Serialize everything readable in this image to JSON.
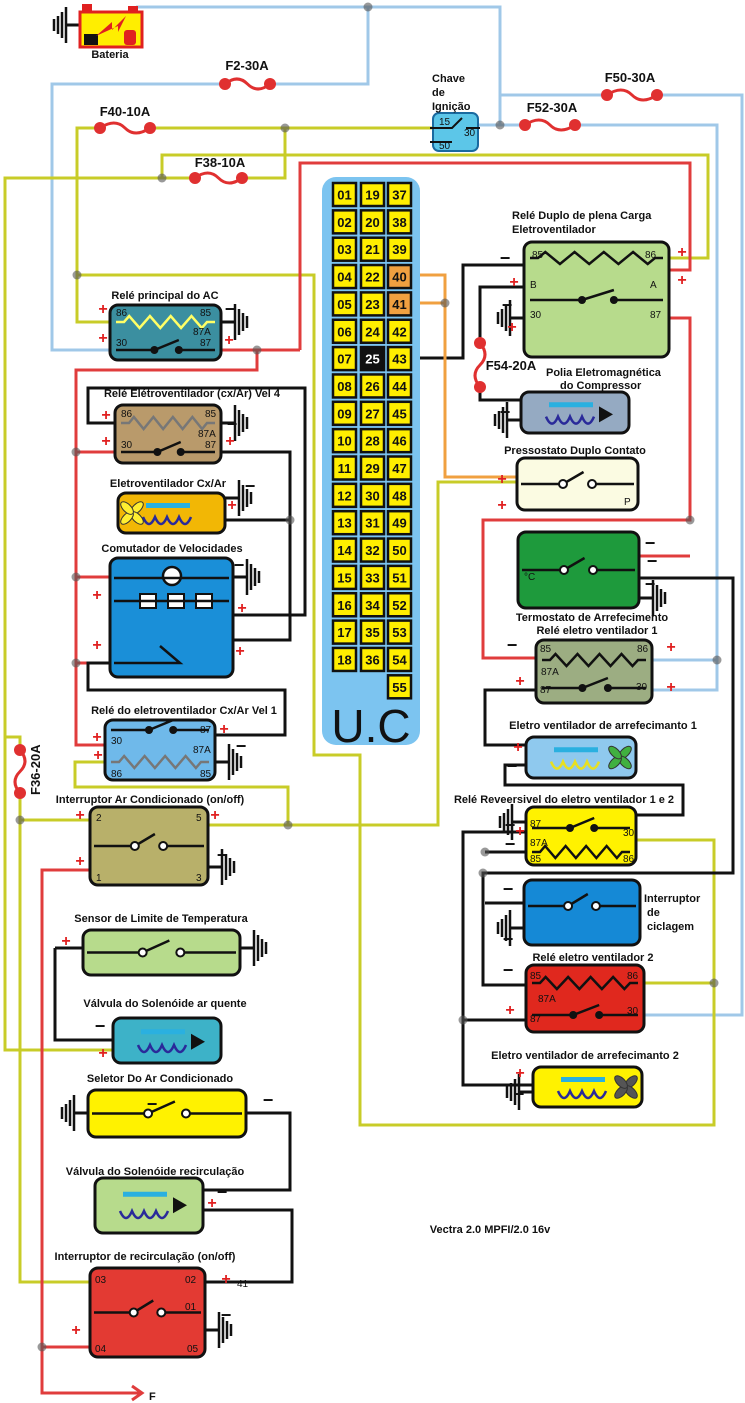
{
  "title": "Vectra 2.0 MPFI/2.0 16v",
  "colors": {
    "battery_feed": "#a0c8e8",
    "ignition_feed": "#c8cc28",
    "positive": "#e03c3c",
    "signal": "#111111",
    "uc_signal": "#f0a040",
    "uc_body": "#7cc4f0",
    "uc_pin": "#ffee00",
    "uc_pin_highlight": "#f0a040",
    "uc_pin_selected": "#111111"
  },
  "symbols": {
    "plus": "+",
    "minus": "−",
    "ground_icon": "ground-icon",
    "fuse_icon": "fuse-icon"
  },
  "battery": {
    "label": "Bateria"
  },
  "ignition": {
    "label_lines": [
      "Chave",
      "de",
      "Ignição"
    ],
    "pins": [
      "15",
      "30",
      "50"
    ]
  },
  "fuses": [
    {
      "id": "f2",
      "label": "F2-30A"
    },
    {
      "id": "f40",
      "label": "F40-10A"
    },
    {
      "id": "f38",
      "label": "F38-10A"
    },
    {
      "id": "f50",
      "label": "F50-30A"
    },
    {
      "id": "f52",
      "label": "F52-30A"
    },
    {
      "id": "f54",
      "label": "F54-20A"
    },
    {
      "id": "f36",
      "label": "F36-20A"
    }
  ],
  "uc": {
    "label": "U.C",
    "columns": [
      [
        "01",
        "02",
        "03",
        "04",
        "05",
        "06",
        "07",
        "08",
        "09",
        "10",
        "11",
        "12",
        "13",
        "14",
        "15",
        "16",
        "17",
        "18"
      ],
      [
        "19",
        "20",
        "21",
        "22",
        "23",
        "24",
        "25",
        "26",
        "27",
        "28",
        "29",
        "30",
        "31",
        "32",
        "33",
        "34",
        "35",
        "36"
      ],
      [
        "37",
        "38",
        "39",
        "40",
        "41",
        "42",
        "43",
        "44",
        "45",
        "46",
        "47",
        "48",
        "49",
        "50",
        "51",
        "52",
        "53",
        "54",
        "55"
      ]
    ],
    "highlighted_pins": [
      "40",
      "41"
    ],
    "selected_pin": "25"
  },
  "components": [
    {
      "id": "rele_principal",
      "label": "Relé principal do AC",
      "color": "#3b8fa0",
      "pins": [
        "86",
        "85",
        "87A",
        "30",
        "87"
      ]
    },
    {
      "id": "rele_vel4",
      "label": "Relé Elétroventilador (cx/Ar) Vel 4",
      "color": "#b99a6b",
      "pins": [
        "86",
        "85",
        "87A",
        "30",
        "87"
      ]
    },
    {
      "id": "eletrovent_cxar",
      "label": "Eletroventilador Cx/Ar",
      "color": "#f2b705",
      "pins": []
    },
    {
      "id": "comutador",
      "label": "Comutador de Velocidades",
      "color": "#1a8fd8",
      "pins": []
    },
    {
      "id": "rele_vel1",
      "label": "Relé do eletroventilador Cx/Ar Vel 1",
      "color": "#6fb9ea",
      "pins": [
        "30",
        "87",
        "87A",
        "86",
        "85"
      ]
    },
    {
      "id": "interruptor_ac",
      "label": "Interruptor Ar Condicionado (on/off)",
      "color": "#b8b06a",
      "pins": [
        "2",
        "5",
        "1",
        "3"
      ]
    },
    {
      "id": "sensor_temp",
      "label": "Sensor de Limite de Temperatura",
      "color": "#b7db8c",
      "pins": []
    },
    {
      "id": "valv_ar_quente",
      "label": "Válvula do Solenóide ar quente",
      "color": "#3db2c8",
      "pins": []
    },
    {
      "id": "seletor",
      "label": "Seletor Do Ar Condicionado",
      "color": "#fff200",
      "pins": []
    },
    {
      "id": "valv_recirc",
      "label": "Válvula do Solenóide recirculação",
      "color": "#b7db8c",
      "pins": []
    },
    {
      "id": "interruptor_recirc",
      "label": "Interruptor de recirculação (on/off)",
      "color": "#e33a33",
      "pins": [
        "03",
        "02",
        "01",
        "04",
        "05"
      ],
      "extra": "41"
    },
    {
      "id": "rele_duplo",
      "label_lines": [
        "Relé Duplo de plena Carga",
        "Eletroventilador"
      ],
      "color": "#b7db8c",
      "pins": [
        "85",
        "86",
        "B",
        "A",
        "30",
        "87"
      ]
    },
    {
      "id": "polia",
      "label_lines": [
        "Polia Eletromagnética",
        "do Compressor"
      ],
      "color": "#95aac2",
      "pins": []
    },
    {
      "id": "pressostato",
      "label": "Pressostato Duplo Contato",
      "color": "#fbfbe2",
      "pins": [
        "P"
      ]
    },
    {
      "id": "termostato",
      "label": "Termostato de Arrefecimento",
      "color": "#1e9a3c",
      "pins": [
        "°C"
      ]
    },
    {
      "id": "rele1",
      "label": "Relé eletro ventilador 1",
      "color": "#9cad82",
      "pins": [
        "85",
        "86",
        "87A",
        "87",
        "30"
      ]
    },
    {
      "id": "ev1",
      "label": "Eletro ventilador de arrefecimanto 1",
      "color": "#8fc9ee",
      "pins": []
    },
    {
      "id": "reversivel",
      "label": "Relé Reveersivel do eletro ventilador 1 e 2",
      "color": "#fff200",
      "pins": [
        "87",
        "30",
        "87A",
        "85",
        "86"
      ]
    },
    {
      "id": "ciclagem",
      "label_lines": [
        "Interruptor",
        "de",
        "ciclagem"
      ],
      "color": "#1589d6",
      "pins": []
    },
    {
      "id": "rele2",
      "label": "Relé eletro ventilador  2",
      "color": "#e0281e",
      "pins": [
        "85",
        "86",
        "87A",
        "87",
        "30"
      ]
    },
    {
      "id": "ev2",
      "label": "Eletro ventilador de arrefecimanto 2",
      "color": "#fff200",
      "pins": []
    }
  ],
  "output_label": "F"
}
